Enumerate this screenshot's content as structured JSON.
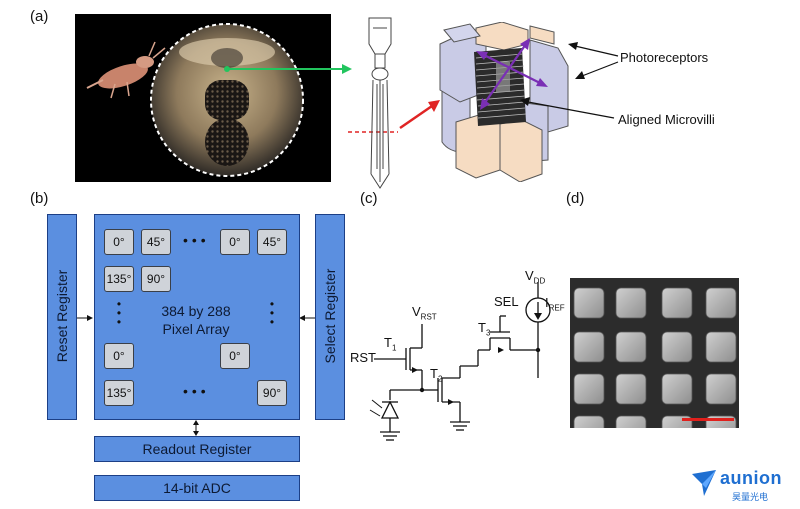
{
  "panel_labels": {
    "a": "(a)",
    "b": "(b)",
    "c": "(c)",
    "d": "(d)"
  },
  "panel_a": {
    "photoreceptors_label": "Photoreceptors",
    "microvilli_label": "Aligned Microvilli"
  },
  "panel_b": {
    "reset_register": "Reset Register",
    "select_register": "Select Register",
    "readout_register": "Readout Register",
    "adc": "14-bit ADC",
    "array_line1": "384 by 288",
    "array_line2": "Pixel Array",
    "row1": [
      "0°",
      "45°",
      "0°",
      "45°"
    ],
    "row2": [
      "135°",
      "90°"
    ],
    "row3": [
      "0°",
      "0°"
    ],
    "row4": [
      "135°",
      "90°"
    ],
    "hdots": "•••",
    "vdots": "•"
  },
  "panel_c": {
    "vdd_main": "V",
    "vdd_sub": "DD",
    "sel": "SEL",
    "iref_main": "I",
    "iref_sub": "REF",
    "vrst_main": "V",
    "vrst_sub": "RST",
    "t1_main": "T",
    "t1_sub": "1",
    "t2_main": "T",
    "t2_sub": "2",
    "t3_main": "T",
    "t3_sub": "3",
    "rst": "RST"
  },
  "logo": {
    "name": "aunion",
    "subtitle": "昊量光电"
  },
  "colors": {
    "block_blue": "#5b8fe0",
    "block_border": "#1c3f86",
    "pixel_gray": "#cfd3d9",
    "green_arrow": "#22c55e",
    "red_arrow": "#e02424",
    "purple_arrow": "#7a2fb5",
    "scale_bar": "#e0201c",
    "photoreceptor_lilac": "#c9cbe6",
    "photoreceptor_peach": "#f6dcc2",
    "logo_blue": "#1f6fd1"
  }
}
